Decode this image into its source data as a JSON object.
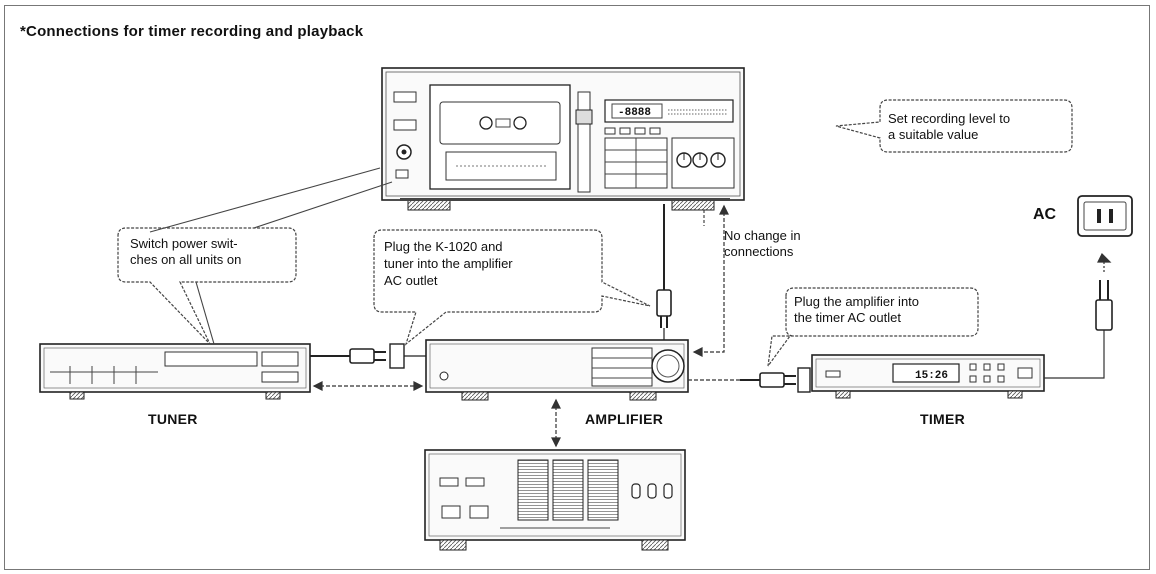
{
  "title": "*Connections for timer recording and playback",
  "callouts": {
    "recording_level": [
      "Set recording level to",
      "a suitable value"
    ],
    "power_switches": [
      "Switch power swit-",
      "ches on all units on"
    ],
    "plug_k1020": [
      "Plug the K-1020 and",
      "tuner into the amplifier",
      "AC outlet"
    ],
    "no_change": [
      "No change in",
      "connections"
    ],
    "plug_amplifier": [
      "Plug the amplifier into",
      "the timer AC outlet"
    ]
  },
  "labels": {
    "tuner": "TUNER",
    "amplifier": "AMPLIFIER",
    "timer": "TIMER",
    "ac": "AC"
  },
  "displays": {
    "deck_counter": "-8888",
    "timer_clock": "15:26"
  },
  "colors": {
    "line": "#222222",
    "callout_fill": "#ffffff",
    "device_fill": "#f4f4f4",
    "screen_fill": "#222222"
  }
}
